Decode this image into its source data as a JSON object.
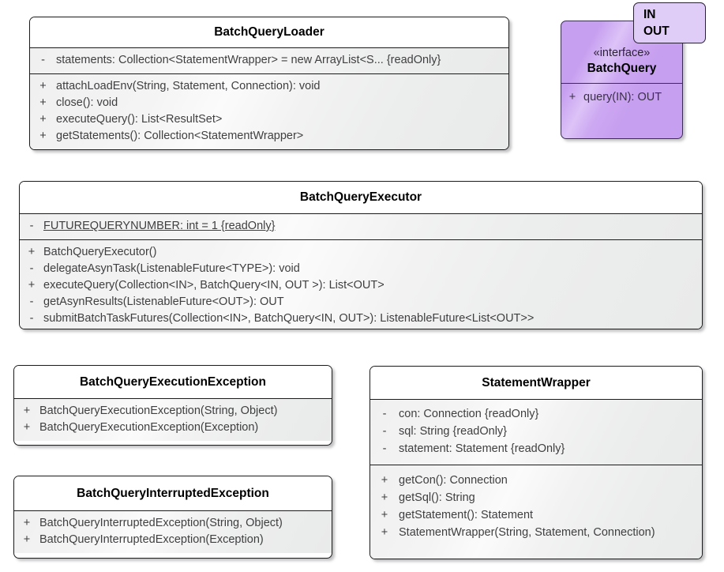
{
  "diagram": {
    "kind": "uml-class-diagram",
    "background": "#ffffff",
    "colors": {
      "class_border": "#1b1b1b",
      "class_header_bg": "#ffffff",
      "class_body_bg": "#f1f1f1",
      "interface_fill": "#c79ff0",
      "interface_border": "#3c2d55",
      "type_param_fill": "#e0cdf7",
      "text": "#3f3f41",
      "title_text": "#000000"
    }
  },
  "classes": {
    "batch_query_loader": {
      "name": "BatchQueryLoader",
      "attributes": [
        {
          "visibility": "-",
          "text": "statements: Collection<StatementWrapper> = new ArrayList<S... {readOnly}",
          "static": false
        }
      ],
      "operations": [
        {
          "visibility": "+",
          "text": "attachLoadEnv(String, Statement, Connection): void"
        },
        {
          "visibility": "+",
          "text": "close(): void"
        },
        {
          "visibility": "+",
          "text": "executeQuery(): List<ResultSet>"
        },
        {
          "visibility": "+",
          "text": "getStatements(): Collection<StatementWrapper>"
        }
      ]
    },
    "batch_query_executor": {
      "name": "BatchQueryExecutor",
      "attributes": [
        {
          "visibility": "-",
          "text": "FUTUREQUERYNUMBER: int = 1 {readOnly}",
          "static": true
        }
      ],
      "operations": [
        {
          "visibility": "+",
          "text": "BatchQueryExecutor()"
        },
        {
          "visibility": "-",
          "text": "delegateAsynTask(ListenableFuture<TYPE>): void"
        },
        {
          "visibility": "+",
          "text": "executeQuery(Collection<IN>, BatchQuery<IN, OUT >): List<OUT>"
        },
        {
          "visibility": "-",
          "text": "getAsynResults(ListenableFuture<OUT>): OUT"
        },
        {
          "visibility": "-",
          "text": "submitBatchTaskFutures(Collection<IN>, BatchQuery<IN, OUT>): ListenableFuture<List<OUT>>"
        }
      ]
    },
    "batch_query_execution_exception": {
      "name": "BatchQueryExecutionException",
      "attributes": [],
      "operations": [
        {
          "visibility": "+",
          "text": "BatchQueryExecutionException(String, Object)"
        },
        {
          "visibility": "+",
          "text": "BatchQueryExecutionException(Exception)"
        }
      ]
    },
    "batch_query_interrupted_exception": {
      "name": "BatchQueryInterruptedException",
      "attributes": [],
      "operations": [
        {
          "visibility": "+",
          "text": "BatchQueryInterruptedException(String, Object)"
        },
        {
          "visibility": "+",
          "text": "BatchQueryInterruptedException(Exception)"
        }
      ]
    },
    "statement_wrapper": {
      "name": "StatementWrapper",
      "attributes": [
        {
          "visibility": "-",
          "text": "con: Connection {readOnly}",
          "static": false
        },
        {
          "visibility": "-",
          "text": "sql: String {readOnly}",
          "static": false
        },
        {
          "visibility": "-",
          "text": "statement: Statement {readOnly}",
          "static": false
        }
      ],
      "operations": [
        {
          "visibility": "+",
          "text": "getCon(): Connection"
        },
        {
          "visibility": "+",
          "text": "getSql(): String"
        },
        {
          "visibility": "+",
          "text": "getStatement(): Statement"
        },
        {
          "visibility": "+",
          "text": "StatementWrapper(String, Statement, Connection)"
        }
      ]
    }
  },
  "interfaces": {
    "batch_query": {
      "stereotype": "«interface»",
      "name": "BatchQuery",
      "type_parameters": [
        "IN",
        "OUT"
      ],
      "operations": [
        {
          "visibility": "+",
          "text": "query(IN): OUT"
        }
      ]
    }
  }
}
